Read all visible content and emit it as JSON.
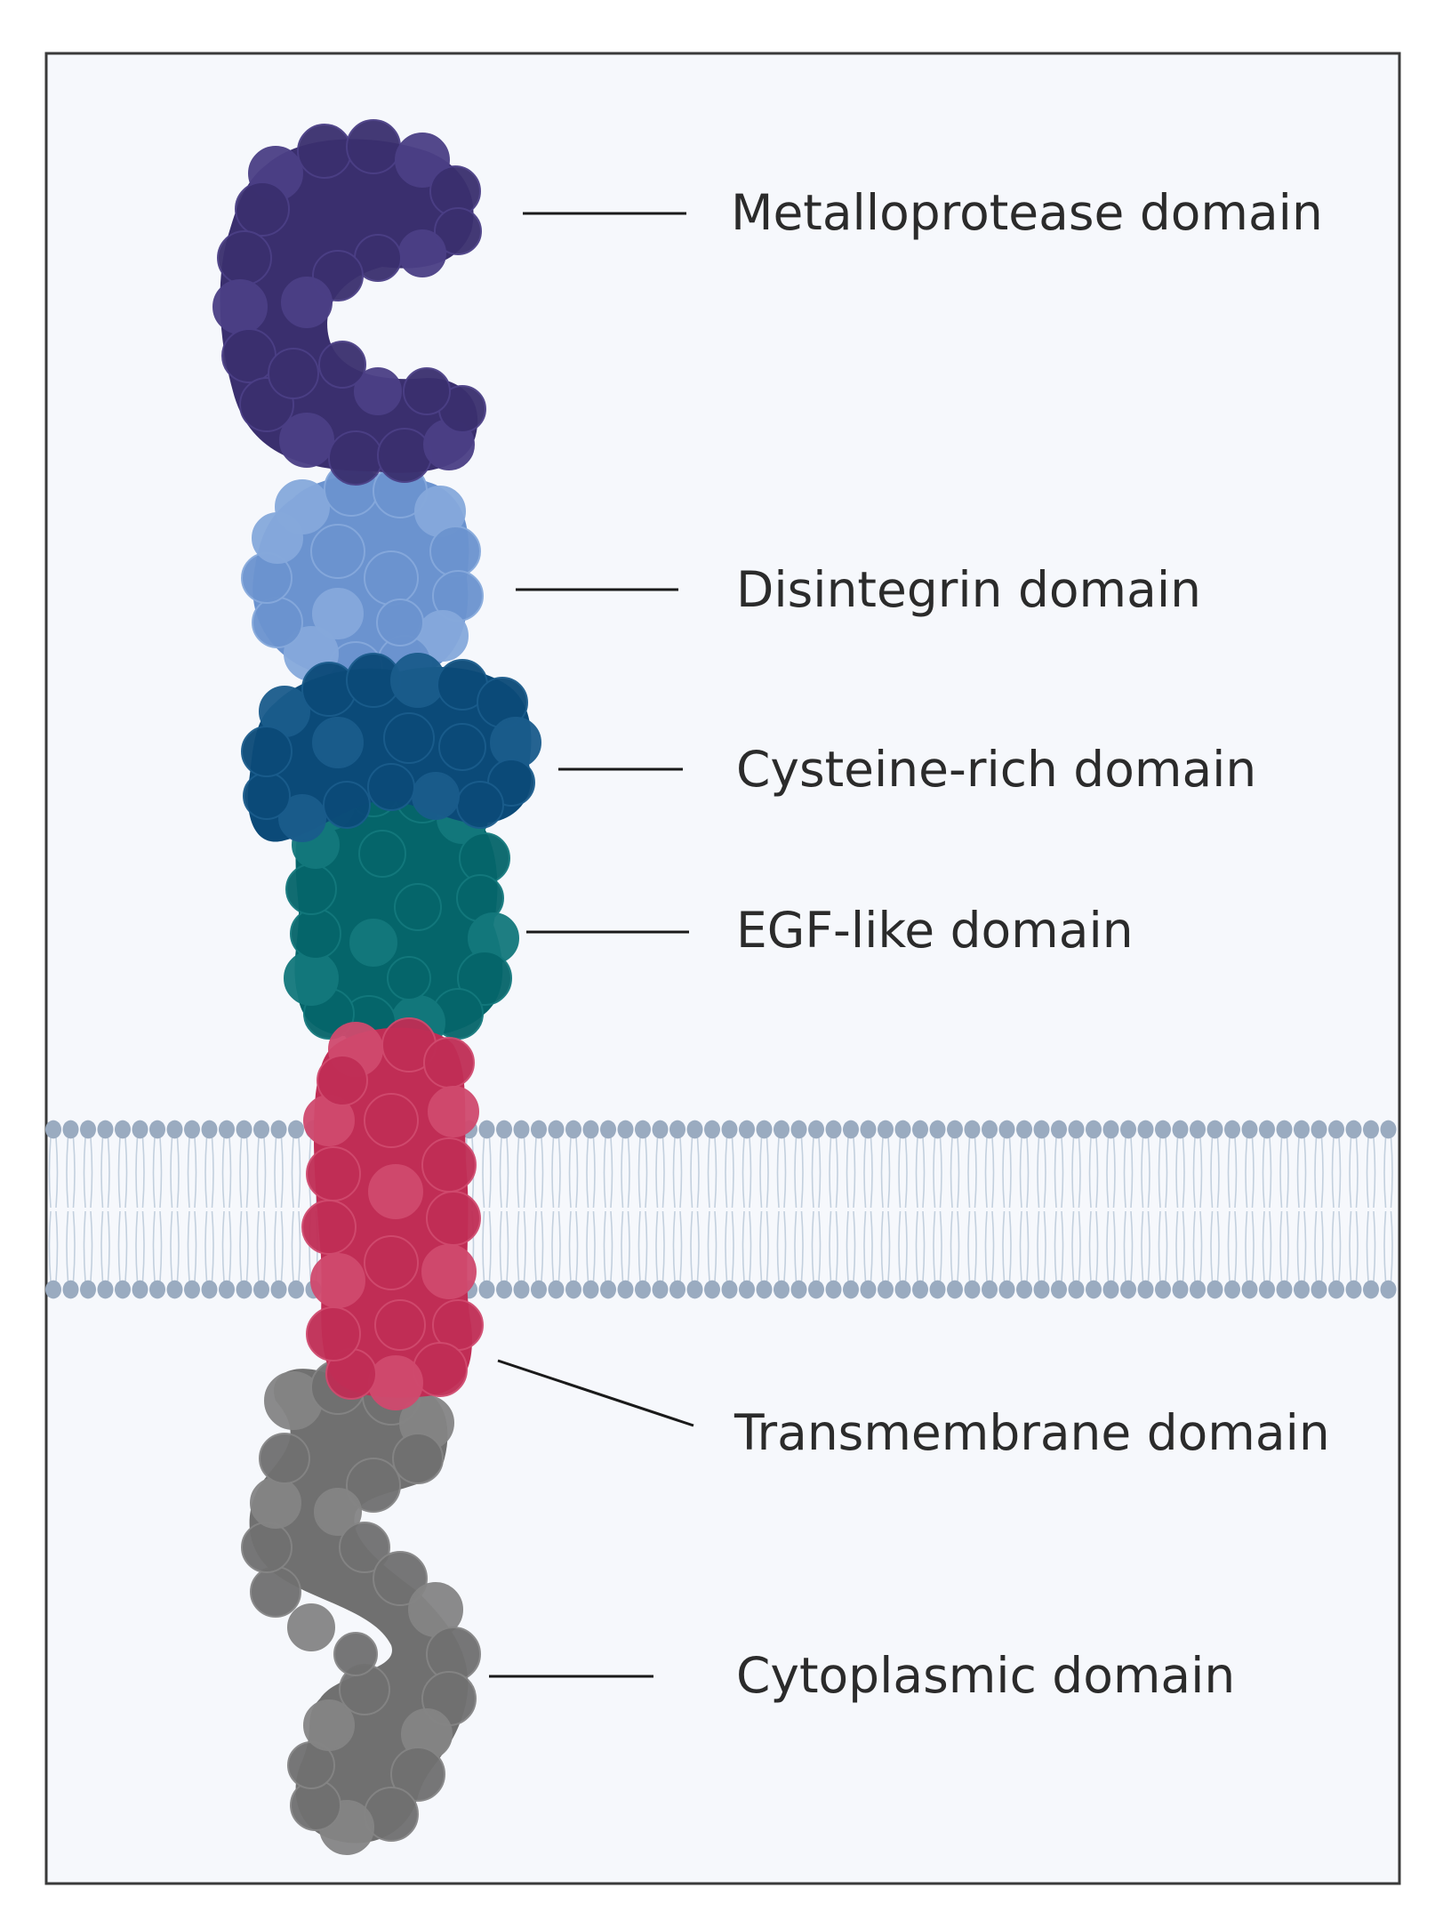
{
  "colors": {
    "page_background": "#ffffff",
    "panel_background": "#f6f8fc",
    "panel_border": "#3a3a3a",
    "leader_line": "#1a1a1a",
    "label_text": "#2b2b2b",
    "membrane_head": "#9aabc0",
    "membrane_tail": "#c3d0de"
  },
  "domains": [
    {
      "id": "metalloprotease",
      "label": "Metalloprotease domain",
      "color": "#3a2f6e",
      "highlight": "#4b3f86"
    },
    {
      "id": "disintegrin",
      "label": "Disintegrin domain",
      "color": "#6b93cf",
      "highlight": "#86a9dc"
    },
    {
      "id": "cysteine-rich",
      "label": "Cysteine-rich domain",
      "color": "#0b4a78",
      "highlight": "#1a5c8c"
    },
    {
      "id": "egf-like",
      "label": "EGF-like domain",
      "color": "#05656a",
      "highlight": "#13787c"
    },
    {
      "id": "transmembrane",
      "label": "Transmembrane domain",
      "color": "#c02d55",
      "highlight": "#d04a6e"
    },
    {
      "id": "cytoplasmic",
      "label": "Cytoplasmic domain",
      "color": "#707070",
      "highlight": "#858585"
    }
  ]
}
